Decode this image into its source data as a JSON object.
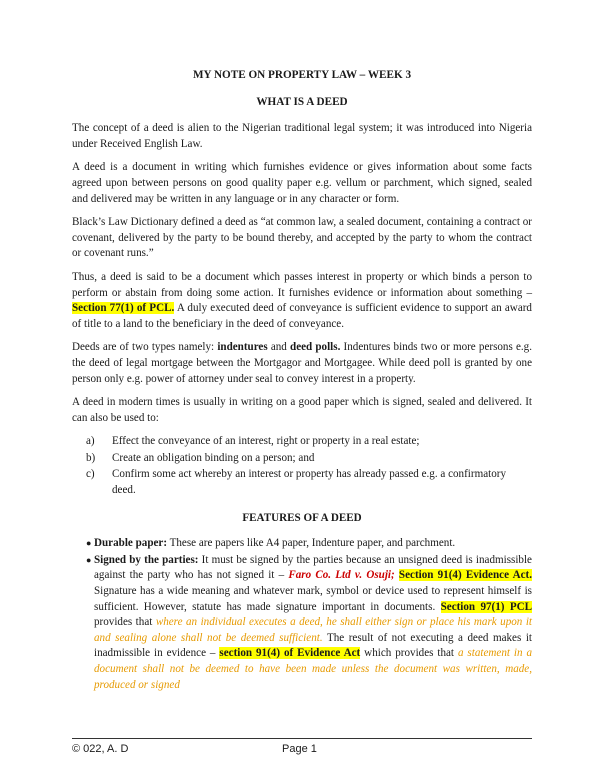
{
  "title": "MY NOTE ON PROPERTY LAW – WEEK 3",
  "subtitle": "WHAT IS A DEED",
  "p1": "The concept of a deed is alien to the Nigerian traditional legal system; it was introduced into Nigeria under Received English Law.",
  "p2": "A deed is a document in writing which furnishes evidence or gives information about some facts agreed upon between persons on good quality paper e.g. vellum or parchment, which signed, sealed and delivered may be written in any language or in any character or form.",
  "p3": "Black’s Law Dictionary defined a deed as “at common law, a sealed document, containing a contract or covenant, delivered by the party to be bound thereby, and accepted by the party to whom the contract or covenant runs.”",
  "p4": {
    "a": "Thus, a deed is said to be a document which passes interest in property or which binds a person to perform or abstain from doing some action. It furnishes evidence or information about something – ",
    "hl": "Section 77(1) of PCL.",
    "b": " A duly executed deed of conveyance is sufficient evidence to support an award of title to a land to the beneficiary in the deed of conveyance."
  },
  "p5": {
    "a": "Deeds are of two types namely: ",
    "b1": "indentures",
    "c": " and ",
    "b2": "deed polls.",
    "d": " Indentures binds two or more persons e.g. the deed of legal mortgage between the Mortgagor and Mortgagee. While deed poll is granted by one person only e.g. power of attorney under seal to convey interest in a property."
  },
  "p6": "A deed in modern times is usually in writing on a good paper which is signed, sealed and delivered. It can also be used to:",
  "uses": [
    {
      "label": "a)",
      "text": "Effect the conveyance of an interest, right or property in a real estate;"
    },
    {
      "label": "b)",
      "text": "Create an obligation binding on a person; and"
    },
    {
      "label": "c)",
      "text": "Confirm some act whereby an interest or property has already passed e.g. a confirmatory deed."
    }
  ],
  "features_title": "FEATURES OF A DEED",
  "f1": {
    "bold": "Durable paper:",
    "text": " These are papers like A4 paper, Indenture paper, and parchment."
  },
  "f2": {
    "bold": "Signed by the parties:",
    "t1": " It must be signed by the parties because an unsigned deed is inadmissible against the party who has not signed it – ",
    "case": "Faro Co. Ltd v. Osuji;",
    "hl1": "Section 91(4) Evidence Act.",
    "t2": " Signature has a wide meaning and whatever mark, symbol or device used to represent himself is sufficient. However, statute has made signature important in documents. ",
    "hl2": "Section 97(1) PCL",
    "t3": " provides that ",
    "q1": "where an individual executes a deed, he shall either sign or place his mark upon it and sealing alone shall not be deemed sufficient.",
    "t4": " The result of not executing a deed makes it inadmissible in evidence – ",
    "hl3": "section 91(4) of Evidence Act",
    "t5": " which provides that ",
    "q2": "a statement in a document shall not be deemed to have been made unless the document was written, made, produced or signed"
  },
  "footer": {
    "copyright": "© 022, A. D",
    "page": "Page 1"
  },
  "colors": {
    "highlight": "#ffff00",
    "case_red": "#cc0000",
    "quote_orange": "#e69a00"
  }
}
